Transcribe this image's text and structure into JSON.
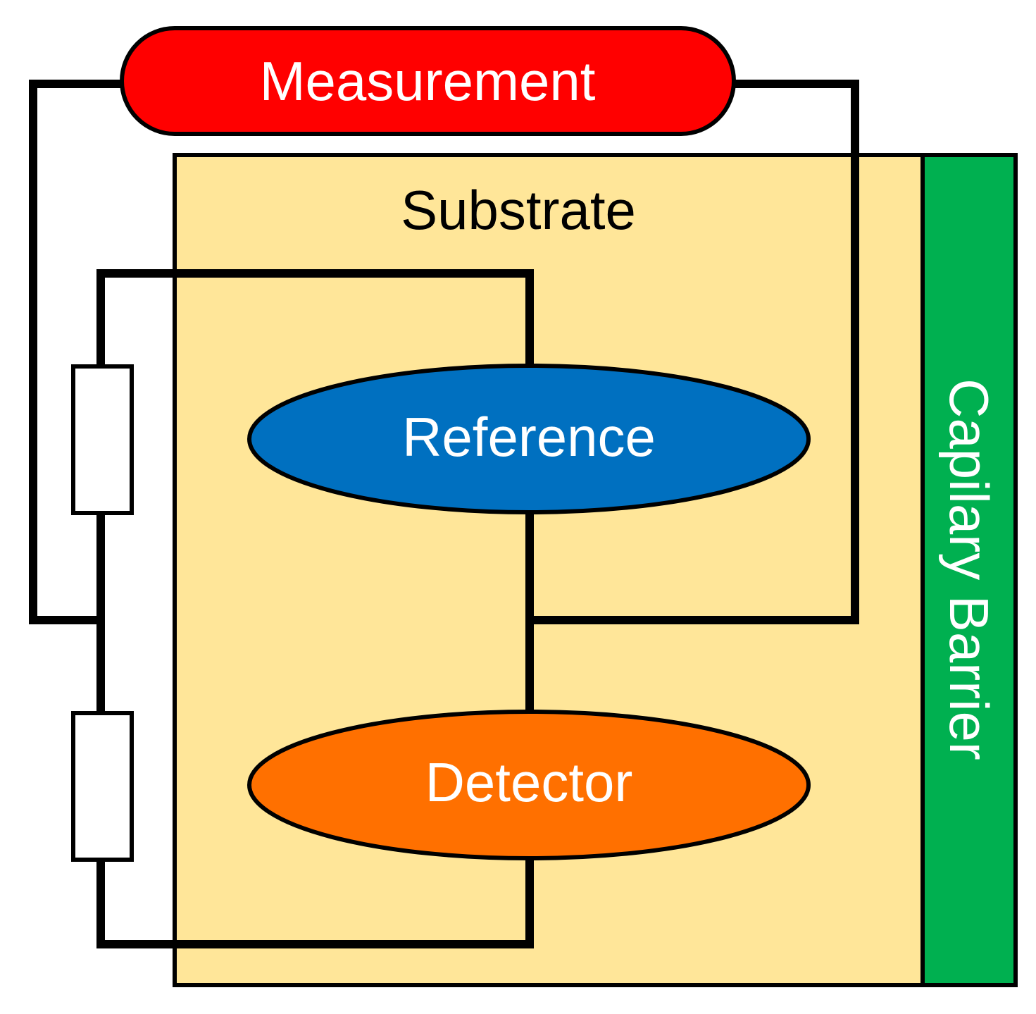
{
  "labels": {
    "measurement": "Measurement",
    "substrate": "Substrate",
    "reference": "Reference",
    "detector": "Detector",
    "capillary_barrier": "Capilary Barrier"
  },
  "colors": {
    "measurement": "#ff0000",
    "substrate": "#ffe699",
    "reference": "#0070c0",
    "detector": "#ff7000",
    "capillary_barrier": "#00b050",
    "wire": "#000000",
    "light_text": "#ffffff",
    "dark_text": "#000000"
  }
}
